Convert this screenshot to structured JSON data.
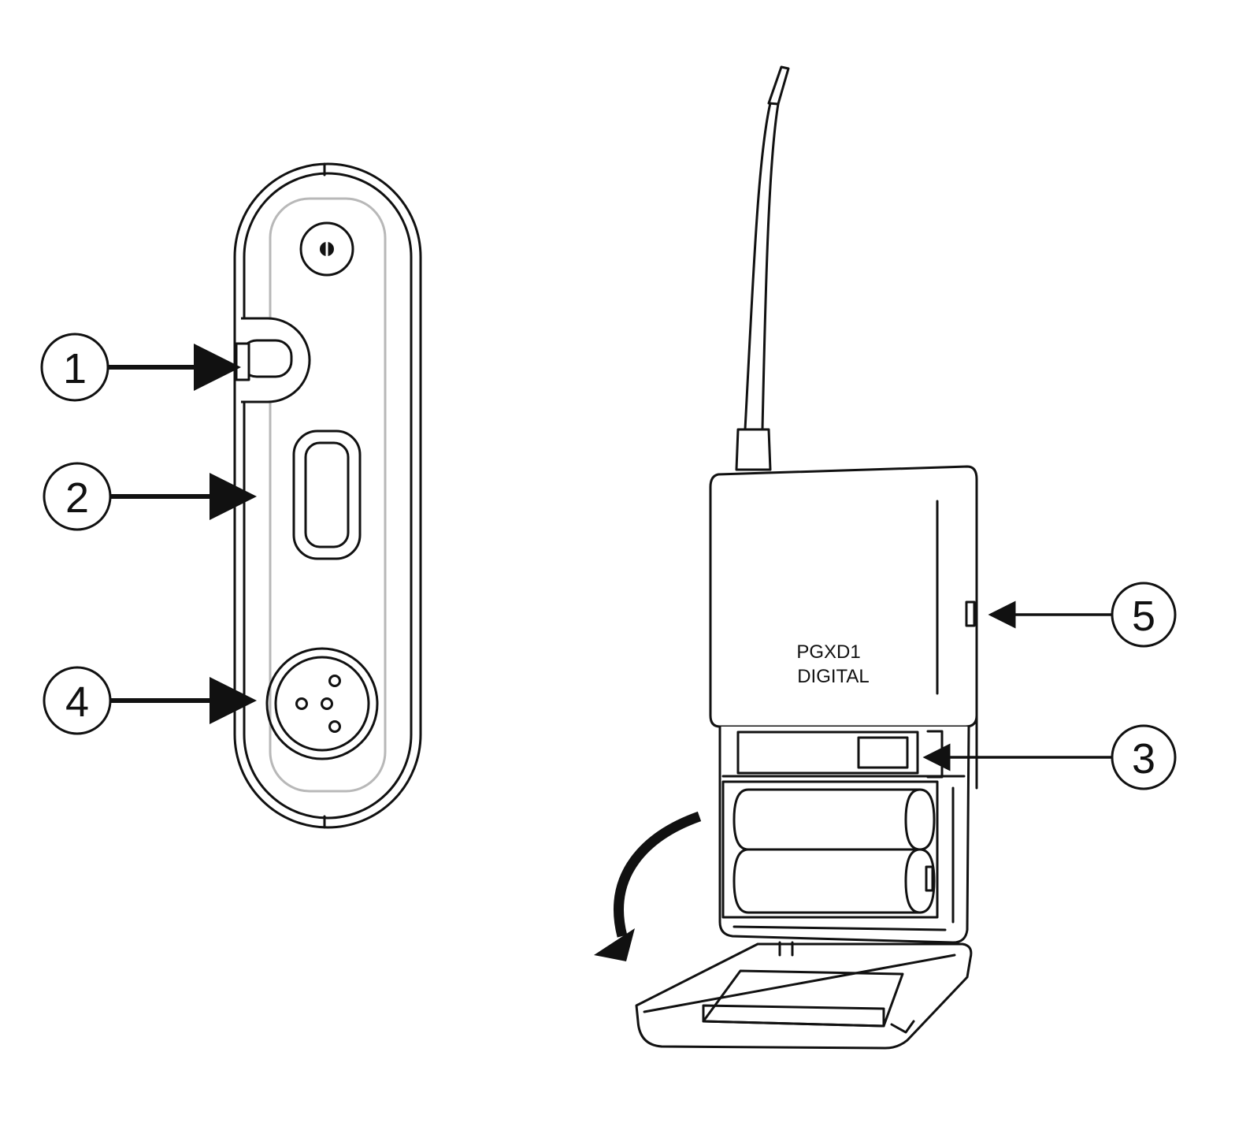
{
  "device_label": {
    "model": "PGXD1",
    "type": "DIGITAL"
  },
  "callouts": [
    {
      "id": "1",
      "label": "1"
    },
    {
      "id": "2",
      "label": "2"
    },
    {
      "id": "3",
      "label": "3"
    },
    {
      "id": "4",
      "label": "4"
    },
    {
      "id": "5",
      "label": "5"
    }
  ],
  "colors": {
    "line": "#111111",
    "inner_outline": "#b8b8b8",
    "background": "#ffffff"
  }
}
